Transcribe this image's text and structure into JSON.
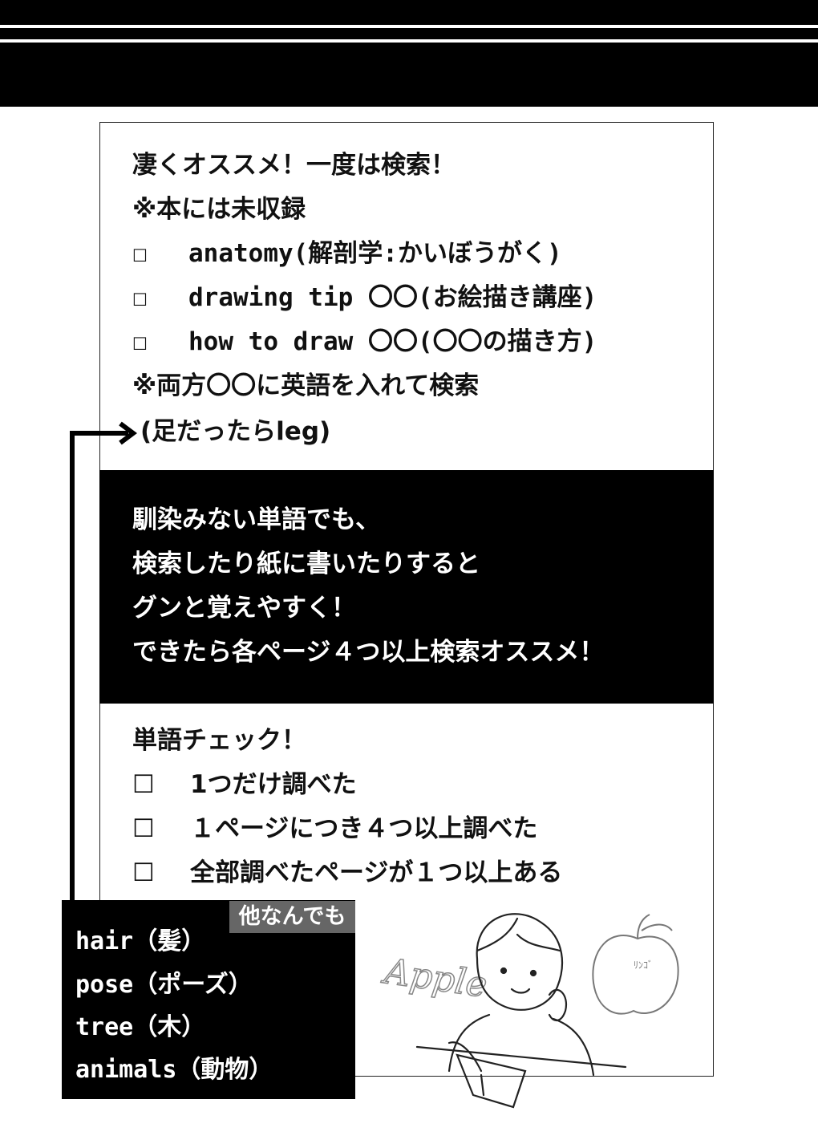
{
  "section1": {
    "heading": "凄くオススメ！一度は検索！",
    "note": "※本には未収録",
    "checklist": [
      {
        "box": "☐",
        "text": "anatomy(解剖学:かいぼうがく)"
      },
      {
        "box": "☐",
        "text": "drawing tip 〇〇(お絵描き講座)"
      },
      {
        "box": "☐",
        "text": "how to draw 〇〇(〇〇の描き方)"
      }
    ],
    "hint": "※両方〇〇に英語を入れて検索",
    "example": "(足だったらleg)"
  },
  "band": {
    "lines": [
      "馴染みない単語でも、",
      "検索したり紙に書いたりすると",
      "グンと覚えやすく！",
      "できたら各ページ４つ以上検索オススメ！"
    ]
  },
  "section2": {
    "heading": "単語チェック！",
    "checklist": [
      {
        "box": "☐",
        "text": "1つだけ調べた"
      },
      {
        "box": "☐",
        "text": "１ページにつき４つ以上調べた"
      },
      {
        "box": "☐",
        "text": "全部調べたページが１つ以上ある"
      }
    ]
  },
  "examples": {
    "tag": "他なんでも",
    "words": [
      "hair（髪）",
      "pose（ポーズ）",
      "tree（木）",
      "animals（動物）"
    ]
  },
  "illustration": {
    "caption": "Apple",
    "apple_label": "ﾘﾝｺﾞ"
  }
}
